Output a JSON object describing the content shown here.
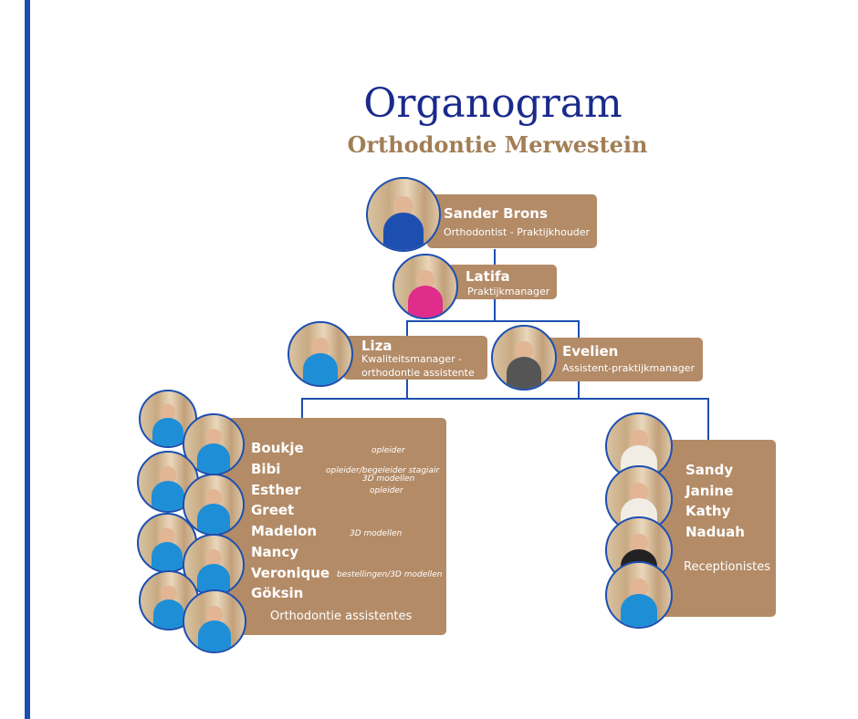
{
  "title": "Organogram",
  "subtitle": "Orthodontie Merwestein",
  "owner": {
    "name": "Sander Brons",
    "role": "Orthodontist - Praktijkhouder"
  },
  "manager": {
    "name": "Latifa",
    "role": "Praktijkmanager"
  },
  "quality": {
    "name": "Liza",
    "role_line1": "Kwaliteitsmanager -",
    "role_line2": "orthodontie assistente"
  },
  "assistant_manager": {
    "name": "Evelien",
    "role": "Assistent-praktijkmanager"
  },
  "assistants": {
    "members": [
      "Boukje",
      "Bibi",
      "Esther",
      "Greet",
      "Madelon",
      "Nancy",
      "Veronique",
      "Göksin"
    ],
    "notes": {
      "boukje": "opleider",
      "bibi_1": "opleider/begeleider stagiair",
      "bibi_2": "3D modellen",
      "esther": "opleider",
      "madelon": "3D modellen",
      "veronique": "bestellingen/3D modellen"
    },
    "group_label": "Orthodontie assistentes"
  },
  "reception": {
    "members": [
      "Sandy",
      "Janine",
      "Kathy",
      "Naduah"
    ],
    "group_label": "Receptionistes"
  },
  "colors": {
    "accent_blue": "#1d4fb0",
    "box_tan": "#b38b67",
    "title_blue": "#1a2a8c",
    "subtitle_tan": "#a27e56"
  }
}
